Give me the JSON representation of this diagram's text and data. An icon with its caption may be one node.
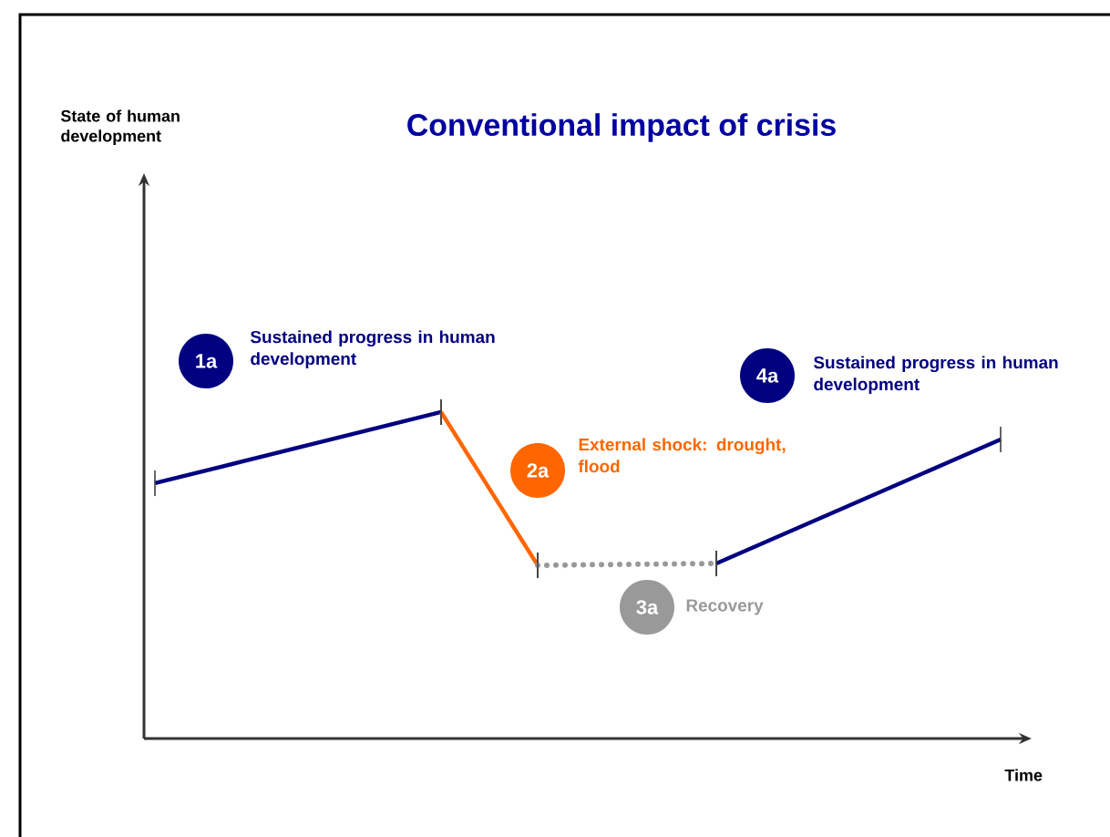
{
  "diagram": {
    "title": "Conventional impact of crisis",
    "nodes": [
      {
        "text": [
          "1a"
        ],
        "beside": [
          "Sustained progress in human development"
        ]
      },
      {
        "text": [
          "2a"
        ],
        "beside": [
          "External shock: drought, flood"
        ]
      },
      {
        "text": [
          "3a"
        ],
        "beside": [
          "Recovery"
        ]
      },
      {
        "text": [
          "4a"
        ],
        "beside": [
          "Sustained progress in human development"
        ]
      }
    ],
    "labels": [
      "State of human development",
      "Time"
    ]
  }
}
